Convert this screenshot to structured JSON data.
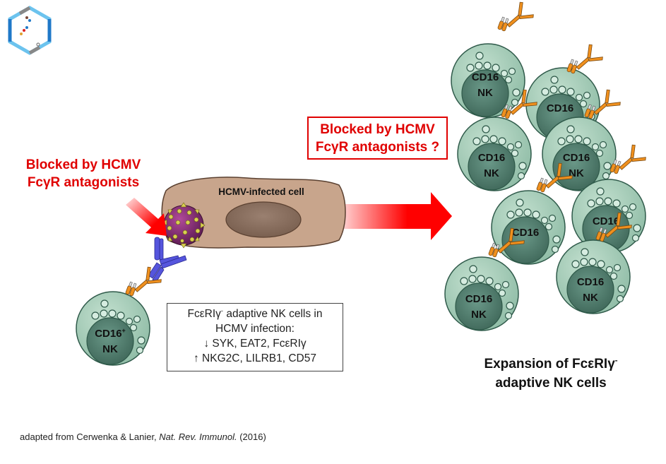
{
  "logo": {
    "icon": "hexagon-logo-icon"
  },
  "left_annotation": {
    "line1": "Blocked by HCMV",
    "line2": "FcγR antagonists"
  },
  "right_annotation": {
    "line1": "Blocked by HCMV",
    "line2": "FcγR antagonists ?"
  },
  "infected_cell": {
    "label": "HCMV-infected cell"
  },
  "nk_cell": {
    "line1": "CD16",
    "line1_sup": "+",
    "line2": "NK"
  },
  "info_box": {
    "line1_pre": "FcεRIγ",
    "line1_sup": "-",
    "line1_post": " adaptive NK cells in",
    "line2": "HCMV infection:",
    "line3_arrow": "↓",
    "line3": " SYK, EAT2, FcεRIγ",
    "line4_arrow": "↑",
    "line4": " NKG2C, LILRB1, CD57"
  },
  "expansion_label": {
    "line1_pre": "Expansion of FcεRIγ",
    "line1_sup": "-",
    "line2": "adaptive NK cells"
  },
  "citation": {
    "prefix": "adapted from  Cerwenka & Lanier, ",
    "journal": "Nat. Rev. Immunol.",
    "year": "  (2016)"
  },
  "colors": {
    "red": "#e00000",
    "cell_outer": "#a9cdb9",
    "cell_nucleus": "#4f7a6b",
    "infected_cell": "#c8a58c",
    "virus": "#8a2a78",
    "antibody_blue": "#5555dd",
    "receptor_orange": "#f0901e"
  }
}
